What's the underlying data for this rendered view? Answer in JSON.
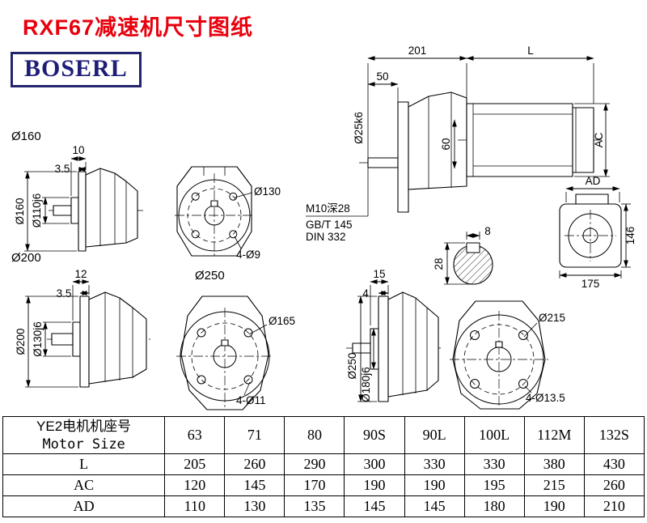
{
  "header": {
    "title": "RXF67减速机尺寸图纸",
    "brand": "BOSERL"
  },
  "colors": {
    "title_red": "#e8000d",
    "brand_navy": "#1e1e78",
    "line_black": "#000000"
  },
  "drawing": {
    "assembly": {
      "dim_201": "201",
      "dim_L": "L",
      "dim_50": "50",
      "shaft_dia": "Ø25k6",
      "dim_60": "60",
      "dim_AC": "AC"
    },
    "motor_rear": {
      "dim_AD": "AD",
      "dim_146": "146",
      "dim_175": "175"
    },
    "shaft_spec": {
      "line1": "M10深28",
      "line2": "GB/T 145",
      "line3": "DIN 332"
    },
    "key_section": {
      "dim_width": "8",
      "dim_height": "28"
    },
    "flange160": {
      "label": "Ø160",
      "dim_width": "10",
      "dim_thickness": "3.5",
      "dia_outer": "Ø160",
      "dia_pilot": "Ø110j6",
      "bolt_circle": "Ø130",
      "holes": "4-Ø9"
    },
    "flange200": {
      "label": "Ø200",
      "dim_width": "12",
      "dim_thickness": "3.5",
      "dia_outer": "Ø200",
      "dia_pilot": "Ø130j6",
      "bolt_circle": "Ø165",
      "holes": "4-Ø11"
    },
    "flange250": {
      "label": "Ø250",
      "dim_width": "15",
      "dim_thickness": "4",
      "dia_outer": "Ø250",
      "dia_pilot": "Ø180j6",
      "bolt_circle": "Ø215",
      "holes": "4-Ø13.5"
    }
  },
  "table": {
    "header": {
      "label_cn": "YE2电机机座号",
      "label_en": "Motor Size",
      "sizes": [
        "63",
        "71",
        "80",
        "90S",
        "90L",
        "100L",
        "112M",
        "132S"
      ]
    },
    "rows": [
      {
        "label": "L",
        "values": [
          "205",
          "260",
          "290",
          "300",
          "330",
          "330",
          "380",
          "430"
        ]
      },
      {
        "label": "AC",
        "values": [
          "120",
          "145",
          "170",
          "190",
          "190",
          "195",
          "215",
          "260"
        ]
      },
      {
        "label": "AD",
        "values": [
          "110",
          "130",
          "135",
          "145",
          "145",
          "180",
          "190",
          "210"
        ]
      }
    ]
  }
}
